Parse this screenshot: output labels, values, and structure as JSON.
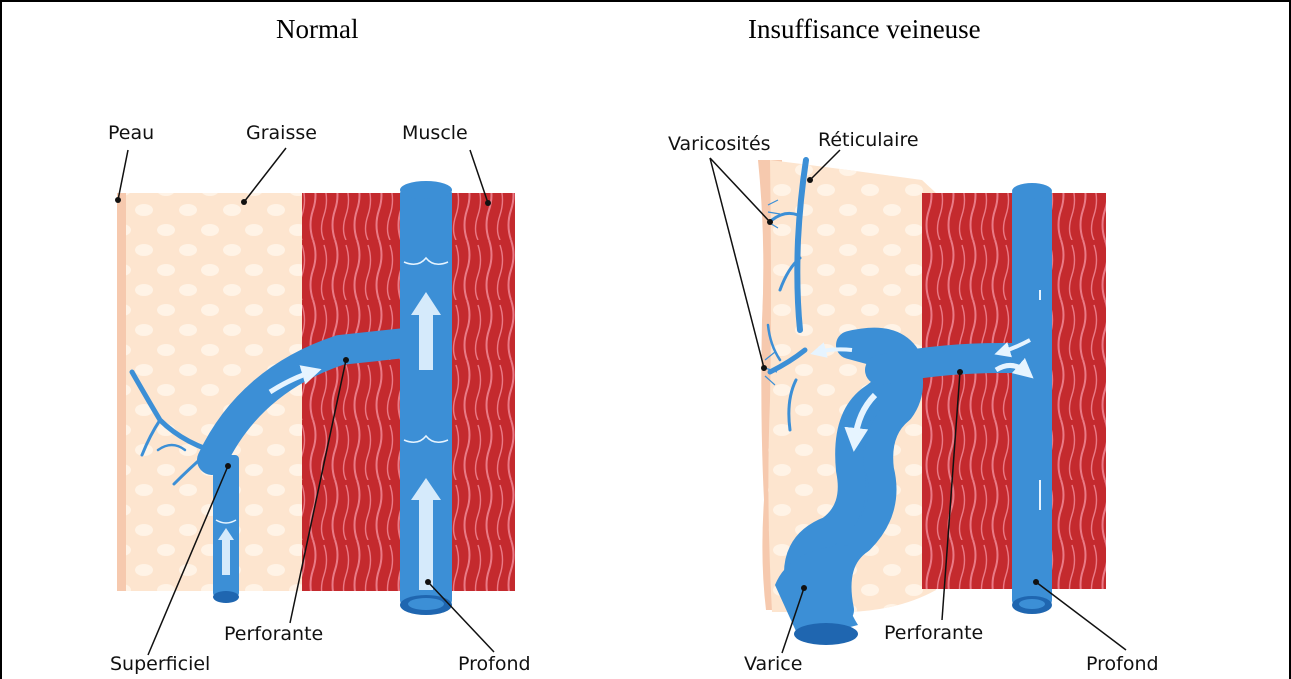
{
  "normal": {
    "title": "Normal",
    "labels": {
      "skin": "Peau",
      "fat": "Graisse",
      "muscle": "Muscle",
      "superficial": "Superficiel",
      "perforator": "Perforante",
      "deep": "Profond"
    }
  },
  "insufficiency": {
    "title": "Insuffisance veineuse",
    "labels": {
      "spider": "Varicosités",
      "reticular": "Réticulaire",
      "perforator": "Perforante",
      "varix": "Varice",
      "deep": "Profond"
    }
  },
  "colors": {
    "skin": "#f6c9ae",
    "fat": "#fde5cf",
    "fat_globule": "#fff3e6",
    "muscle": "#c42a2e",
    "muscle_fiber": "#e97a86",
    "vein": "#3c8fd6",
    "vein_dark": "#1f66b0",
    "arrow": "#e6f4ff"
  }
}
